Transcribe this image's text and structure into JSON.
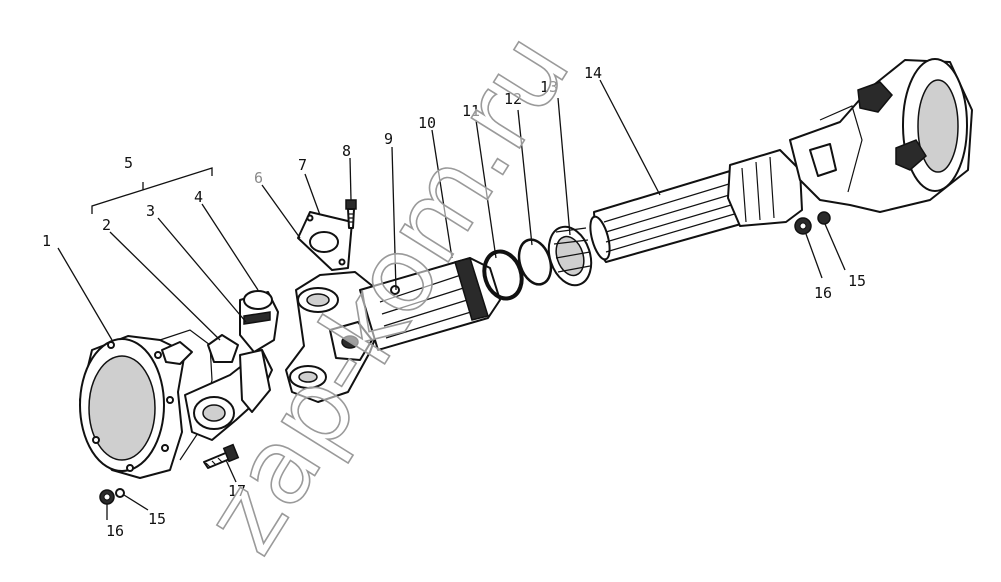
{
  "watermark": "zap-kom.ru",
  "callouts": [
    {
      "id": "1",
      "text": "1"
    },
    {
      "id": "2",
      "text": "2"
    },
    {
      "id": "3",
      "text": "3"
    },
    {
      "id": "4",
      "text": "4"
    },
    {
      "id": "5",
      "text": "5"
    },
    {
      "id": "6",
      "text": "6"
    },
    {
      "id": "7",
      "text": "7"
    },
    {
      "id": "8",
      "text": "8"
    },
    {
      "id": "9",
      "text": "9"
    },
    {
      "id": "10",
      "text": "10"
    },
    {
      "id": "11",
      "text": "11"
    },
    {
      "id": "12",
      "text": "12"
    },
    {
      "id": "13",
      "text": "13"
    },
    {
      "id": "14",
      "text": "14"
    },
    {
      "id": "15a",
      "text": "15"
    },
    {
      "id": "16a",
      "text": "16"
    },
    {
      "id": "15b",
      "text": "15"
    },
    {
      "id": "16b",
      "text": "16"
    },
    {
      "id": "17",
      "text": "17"
    }
  ]
}
